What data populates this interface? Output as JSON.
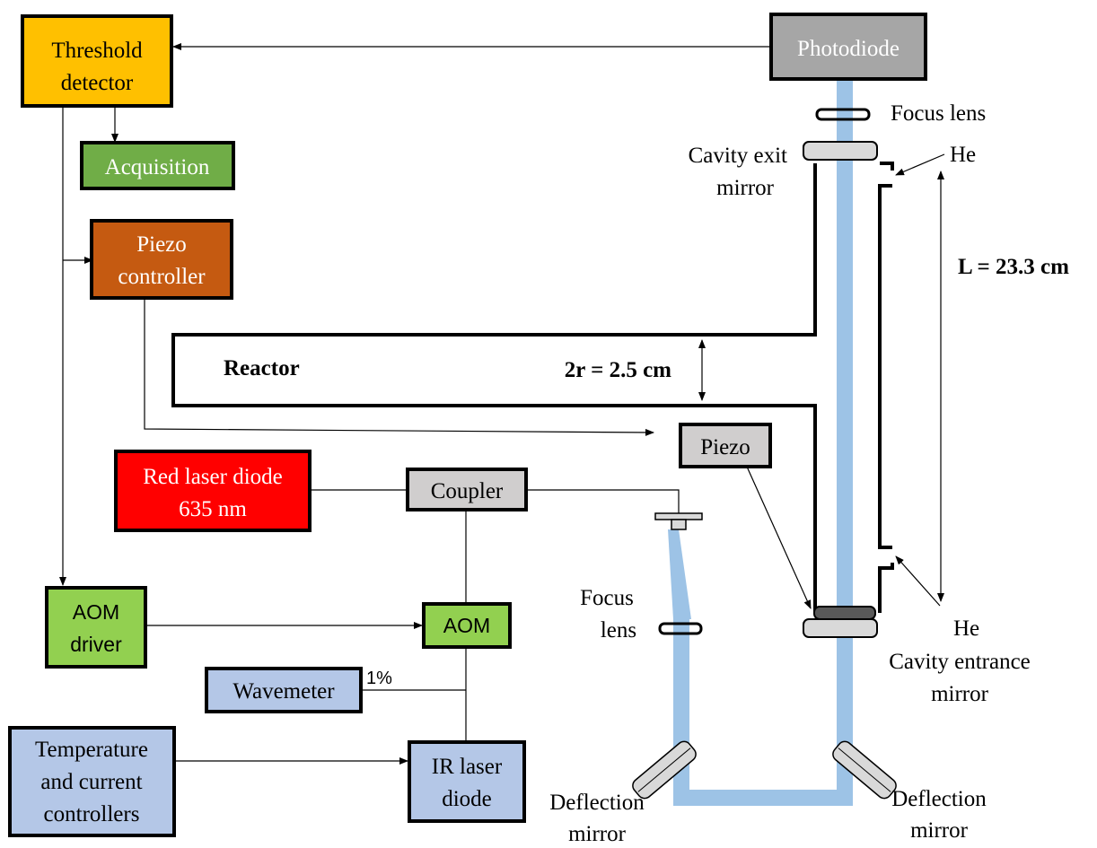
{
  "boxes": {
    "threshold_detector": {
      "line1": "Threshold",
      "line2": "detector",
      "color": "#ffc000"
    },
    "acquisition": {
      "label": "Acquisition",
      "color": "#70ad47"
    },
    "piezo_controller": {
      "line1": "Piezo",
      "line2": "controller",
      "color": "#c55a11"
    },
    "photodiode": {
      "label": "Photodiode",
      "color": "#a6a6a6"
    },
    "red_laser_diode": {
      "line1": "Red laser diode",
      "line2": "635 nm",
      "color": "#ff0000"
    },
    "coupler": {
      "label": "Coupler",
      "color": "#d0cece"
    },
    "piezo": {
      "label": "Piezo",
      "color": "#d0cece"
    },
    "aom_driver": {
      "line1": "AOM",
      "line2": "driver",
      "color": "#92d050"
    },
    "aom": {
      "label": "AOM",
      "color": "#92d050"
    },
    "wavemeter": {
      "label": "Wavemeter",
      "color": "#b4c7e7"
    },
    "temp_current": {
      "line1": "Temperature",
      "line2": "and current",
      "line3": "controllers",
      "color": "#b4c7e7"
    },
    "ir_laser_diode": {
      "line1": "IR laser",
      "line2": "diode",
      "color": "#b4c7e7"
    }
  },
  "labels": {
    "focus_lens_top": "Focus lens",
    "cavity_exit_1": "Cavity exit",
    "cavity_exit_2": "mirror",
    "he_top": "He",
    "he_bottom": "He",
    "reactor": "Reactor",
    "diameter": "2r = 2.5 cm",
    "length": "L = 23.3 cm",
    "focus_lens_left_1": "Focus",
    "focus_lens_left_2": "lens",
    "cavity_entrance_1": "Cavity entrance",
    "cavity_entrance_2": "mirror",
    "deflection_left_1": "Deflection",
    "deflection_left_2": "mirror",
    "deflection_right_1": "Deflection",
    "deflection_right_2": "mirror",
    "one_percent": "1%"
  },
  "colors": {
    "beam": "#9dc3e6",
    "mirror_fill": "#d9d9d9",
    "outline": "#000000"
  }
}
